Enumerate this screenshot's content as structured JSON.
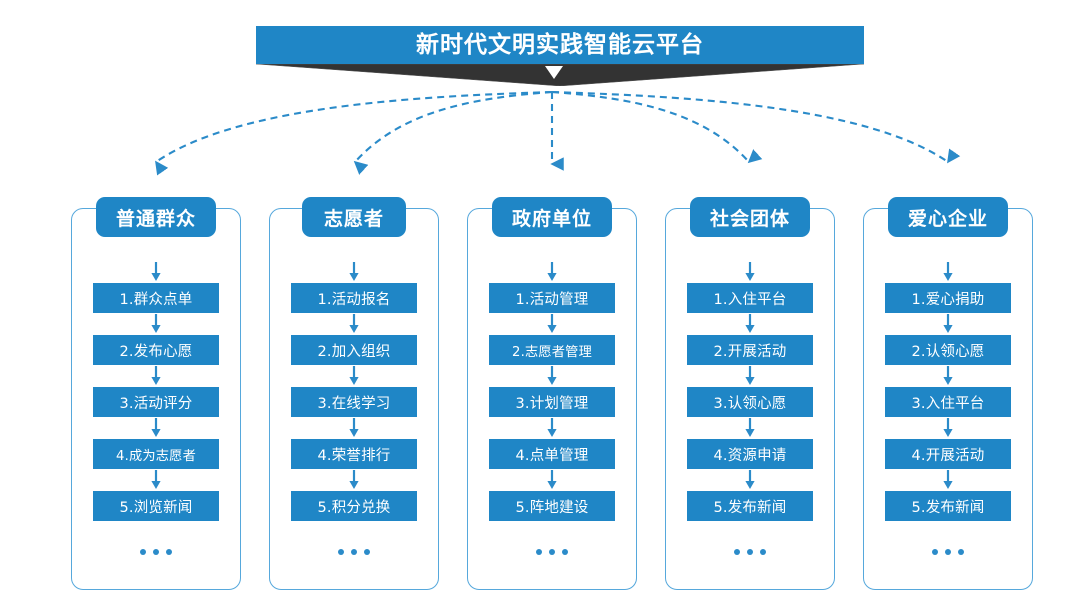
{
  "banner": {
    "title": "新时代文明实践智能云平台",
    "chevron_icon": "chevron-down-icon",
    "bar_color": "#1f86c6",
    "ribbon_color": "#333333"
  },
  "theme": {
    "accent": "#1f86c6",
    "border": "#56a8dc",
    "connector": "#2b8bc9",
    "text_on_accent": "#ffffff"
  },
  "ellipsis_label": "...",
  "columns": [
    {
      "header": "普通群众",
      "items": [
        "1.群众点单",
        "2.发布心愿",
        "3.活动评分",
        "4.成为志愿者",
        "5.浏览新闻"
      ]
    },
    {
      "header": "志愿者",
      "items": [
        "1.活动报名",
        "2.加入组织",
        "3.在线学习",
        "4.荣誉排行",
        "5.积分兑换"
      ]
    },
    {
      "header": "政府单位",
      "items": [
        "1.活动管理",
        "2.志愿者管理",
        "3.计划管理",
        "4.点单管理",
        "5.阵地建设"
      ]
    },
    {
      "header": "社会团体",
      "items": [
        "1.入住平台",
        "2.开展活动",
        "3.认领心愿",
        "4.资源申请",
        "5.发布新闻"
      ]
    },
    {
      "header": "爱心企业",
      "items": [
        "1.爱心捐助",
        "2.认领心愿",
        "3.入住平台",
        "4.开展活动",
        "5.发布新闻"
      ]
    }
  ]
}
